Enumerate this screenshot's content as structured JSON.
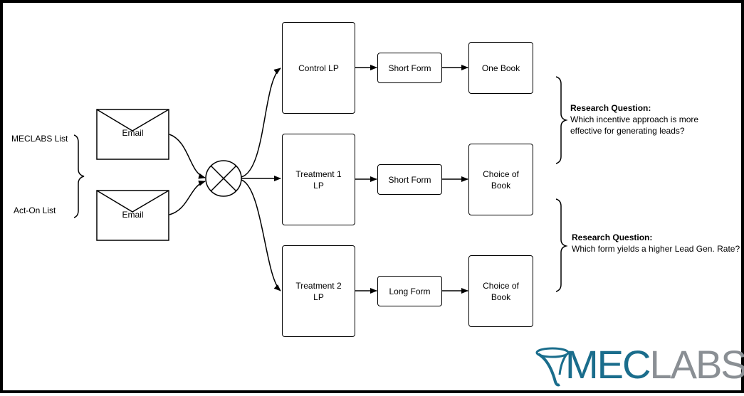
{
  "lists": {
    "list1": "MECLABS List",
    "list2": "Act-On List"
  },
  "emails": [
    {
      "label": "Email"
    },
    {
      "label": "Email"
    }
  ],
  "landing_pages": [
    {
      "line1": "Control LP",
      "line2": ""
    },
    {
      "line1": "Treatment 1",
      "line2": "LP"
    },
    {
      "line1": "Treatment 2",
      "line2": "LP"
    }
  ],
  "forms": [
    {
      "label": "Short Form"
    },
    {
      "label": "Short Form"
    },
    {
      "label": "Long Form"
    }
  ],
  "offers": [
    {
      "line1": "One Book",
      "line2": ""
    },
    {
      "line1": "Choice of",
      "line2": "Book"
    },
    {
      "line1": "Choice of",
      "line2": "Book"
    }
  ],
  "research_questions": [
    {
      "title": "Research Question:",
      "line1": "Which incentive approach is more",
      "line2": "effective for generating leads?"
    },
    {
      "title": "Research Question:",
      "line1": "Which form yields a higher Lead Gen. Rate?",
      "line2": ""
    }
  ],
  "logo": {
    "mec": "MEC",
    "labs": "LABS",
    "colors": {
      "mec": "#1a6d8c",
      "labs": "#8a8f94"
    }
  }
}
